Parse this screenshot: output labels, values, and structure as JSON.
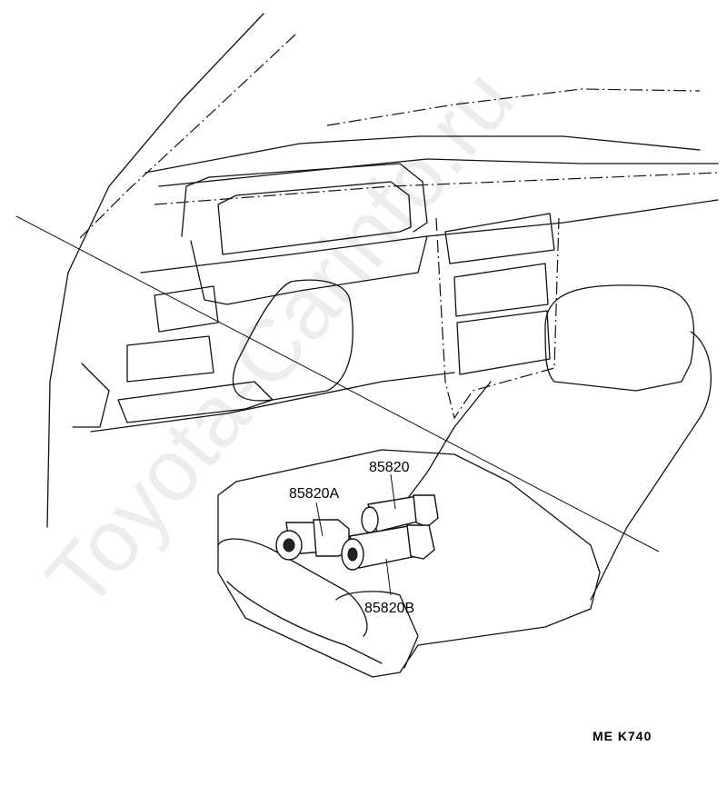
{
  "watermark": "Toyota-Carinfo.ru",
  "parts": {
    "center": "85820",
    "left": "85820A",
    "lower": "85820B"
  },
  "diagram_code": "ME  K740",
  "colors": {
    "line": "#111111",
    "background": "#ffffff"
  }
}
